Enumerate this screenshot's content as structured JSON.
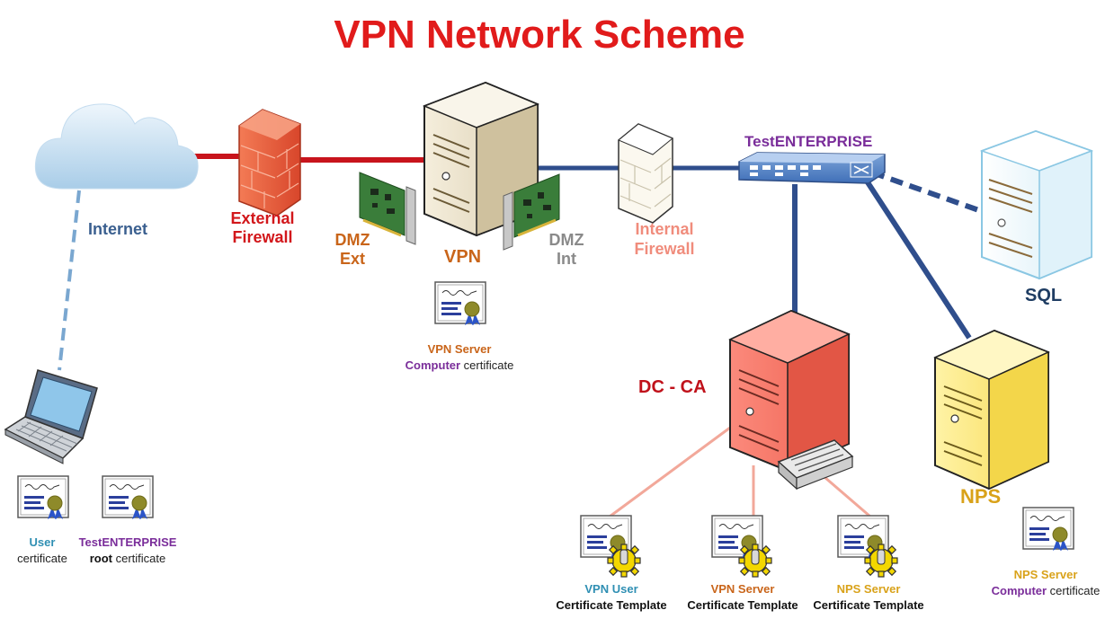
{
  "title": "VPN Network Scheme",
  "labels": {
    "internet": "Internet",
    "external_firewall_1": "External",
    "external_firewall_2": "Firewall",
    "dmz_ext_1": "DMZ",
    "dmz_ext_2": "Ext",
    "vpn": "VPN",
    "dmz_int_1": "DMZ",
    "dmz_int_2": "Int",
    "internal_firewall_1": "Internal",
    "internal_firewall_2": "Firewall",
    "switch": "TestENTERPRISE",
    "sql": "SQL",
    "dc_ca": "DC - CA",
    "nps": "NPS"
  },
  "certificates": {
    "vpn_server": {
      "line1": "VPN Server",
      "line2a": "Computer",
      "line2b": " certificate"
    },
    "user": {
      "line1": "User",
      "line2": "certificate"
    },
    "root": {
      "line1": "TestENTERPRISE",
      "line2a": "root",
      "line2b": " certificate"
    },
    "nps_server": {
      "line1": "NPS Server",
      "line2a": "Computer",
      "line2b": " certificate"
    }
  },
  "templates": {
    "vpn_user": {
      "line1": "VPN User",
      "line2": "Certificate Template"
    },
    "vpn_server": {
      "line1": "VPN Server",
      "line2": "Certificate Template"
    },
    "nps_server": {
      "line1": "NPS Server",
      "line2": "Certificate Template"
    }
  },
  "colors": {
    "title": "#e11b1b",
    "external_link": "#c8141c",
    "internal_link": "#2f4e8c",
    "internet_link": "#7aa7d0",
    "ca_link": "#f2a89a"
  },
  "icons": {
    "cloud": "cloud-icon",
    "laptop": "laptop-icon",
    "firewall": "brick-wall-icon",
    "server": "server-tower-icon",
    "nic": "network-card-icon",
    "switch": "network-switch-icon",
    "certificate": "certificate-icon",
    "template": "certificate-template-gear-icon",
    "printer": "printer-icon"
  }
}
